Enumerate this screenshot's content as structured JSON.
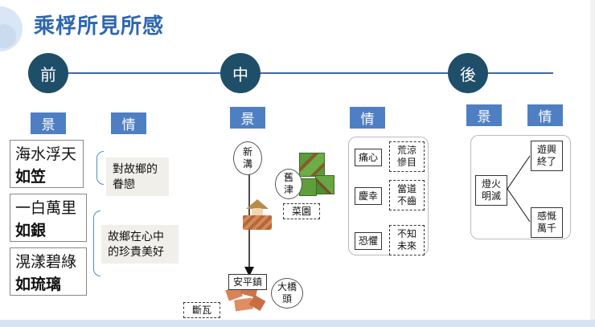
{
  "title": "乘桴所見所感",
  "timeline": {
    "nodes": [
      "前",
      "中",
      "後"
    ]
  },
  "headers": {
    "before_scene": "景",
    "before_feeling": "情",
    "middle_scene": "景",
    "middle_feeling": "情",
    "after_scene": "景",
    "after_feeling": "情"
  },
  "before": {
    "phrases": [
      {
        "line1": "海水浮天",
        "line2": "如笠"
      },
      {
        "line1": "一白萬里",
        "line2": "如銀"
      },
      {
        "line1": "滉漾碧綠",
        "line2": "如琉璃"
      }
    ],
    "notes": [
      {
        "line1": "對故鄉的",
        "line2": "眷戀"
      },
      {
        "line1": "故鄉在心中",
        "line2": "的珍貴美好"
      }
    ]
  },
  "middle": {
    "route": {
      "start": {
        "line1": "新",
        "line2": "溝"
      },
      "oldjin": {
        "line1": "舊",
        "line2": "津"
      },
      "garden": "菜園",
      "anping": "安平鎮",
      "bigbridge": {
        "line1": "大橋",
        "line2": "頭"
      },
      "tiles": "斷瓦"
    },
    "feelings": [
      {
        "label": "痛心",
        "detail": {
          "line1": "荒涼",
          "line2": "慘目"
        }
      },
      {
        "label": "慶幸",
        "detail": {
          "line1": "當道",
          "line2": "不齒"
        }
      },
      {
        "label": "恐懼",
        "detail": {
          "line1": "不知",
          "line2": "未來"
        }
      }
    ]
  },
  "after": {
    "scene": {
      "line1": "燈火",
      "line2": "明滅"
    },
    "feelings": [
      {
        "line1": "遊興",
        "line2": "終了"
      },
      {
        "line1": "感慨",
        "line2": "萬千"
      }
    ]
  },
  "colors": {
    "title": "#2f66b2",
    "node": "#1f4e69",
    "header": "#4f7fc3",
    "timeline": "#3f6aa8"
  }
}
